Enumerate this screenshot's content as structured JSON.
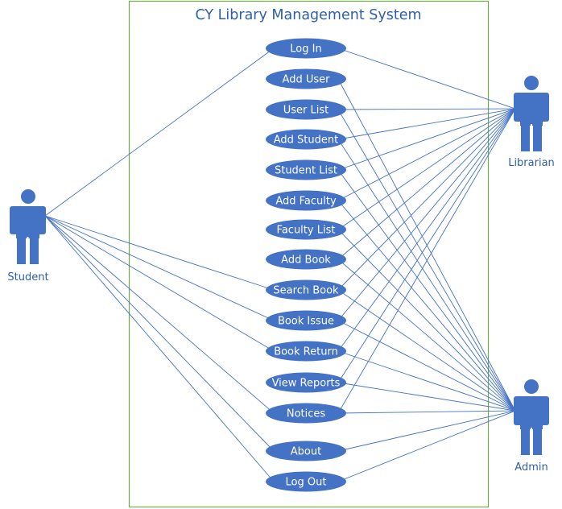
{
  "title": "CY Library Management System",
  "colors": {
    "boundary": "#70ad47",
    "fill": "#4472c4",
    "line": "#4472c4",
    "text": "#2e5fa8"
  },
  "actors": {
    "student": "Student",
    "librarian": "Librarian",
    "admin": "Admin"
  },
  "use_cases": [
    "Log In",
    "Add User",
    "User List",
    "Add Student",
    "Student List",
    "Add Faculty",
    "Faculty List",
    "Add Book",
    "Search Book",
    "Book Issue",
    "Book Return",
    "View Reports",
    "Notices",
    "About",
    "Log Out"
  ],
  "associations": {
    "student": [
      "Log In",
      "Search Book",
      "Book Issue",
      "Book Return",
      "Notices",
      "About",
      "Log Out"
    ],
    "librarian": [
      "Log In",
      "User List",
      "Add Student",
      "Student List",
      "Add Faculty",
      "Faculty List",
      "Add Book",
      "Search Book",
      "Book Issue",
      "Book Return",
      "View Reports",
      "Notices"
    ],
    "admin": [
      "Add User",
      "User List",
      "Add Student",
      "Student List",
      "Add Faculty",
      "Faculty List",
      "Add Book",
      "Search Book",
      "Book Issue",
      "Book Return",
      "View Reports",
      "Notices",
      "About",
      "Log Out"
    ]
  }
}
